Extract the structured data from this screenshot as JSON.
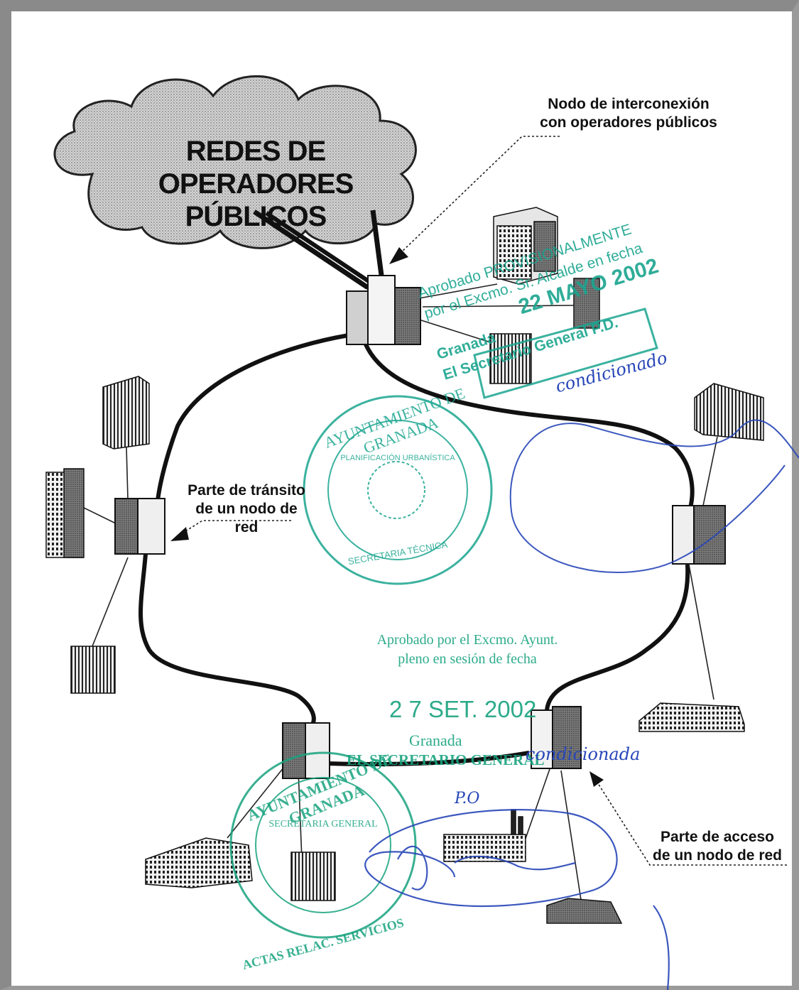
{
  "diagram": {
    "cloud_label_line1": "REDES DE OPERADORES",
    "cloud_label_line2": "PÚBLICOS",
    "label_interconexion_line1": "Nodo de interconexión",
    "label_interconexion_line2": "con operadores públicos",
    "label_transito_line1": "Parte de tránsito",
    "label_transito_line2": "de un nodo de red",
    "label_acceso_line1": "Parte de acceso",
    "label_acceso_line2": "de un nodo de red"
  },
  "stamp_provisional": {
    "line1": "Aprobado PROVISIONALMENTE",
    "line2": "por el Excmo. Sr. Alcalde en fecha",
    "date": "22 MAYO 2002",
    "line3": "Granada",
    "line4": "El Secretario General P.D."
  },
  "stamp_seal_round": {
    "outer_text": "AYUNTAMIENTO DE GRANADA",
    "inner_text": "PLANIFICACIÓN URBANÍSTICA",
    "bottom_text": "SECRETARIA TÉCNICA"
  },
  "stamp_pleno": {
    "line1": "Aprobado por el Excmo. Ayunt.",
    "line2": "pleno en sesión de fecha",
    "date": "2 7 SET. 2002",
    "line3": "Granada",
    "line4": "EL SECRETARIO GENERAL"
  },
  "stamp_seal_bottom": {
    "outer_text": "AYUNTAMIENTO DE GRANADA",
    "inner_text": "SECRETARIA GENERAL",
    "bottom_text": "ACTAS RELAC. SERVICIOS"
  },
  "handwriting": {
    "note1": "condicionado",
    "note2": "condicionada",
    "note3": "P.O"
  },
  "colors": {
    "ink": "#111111",
    "stamp_green": "#1aa58f",
    "pen_blue": "#2746b8",
    "cloud_fill": "#c9c9c9"
  }
}
